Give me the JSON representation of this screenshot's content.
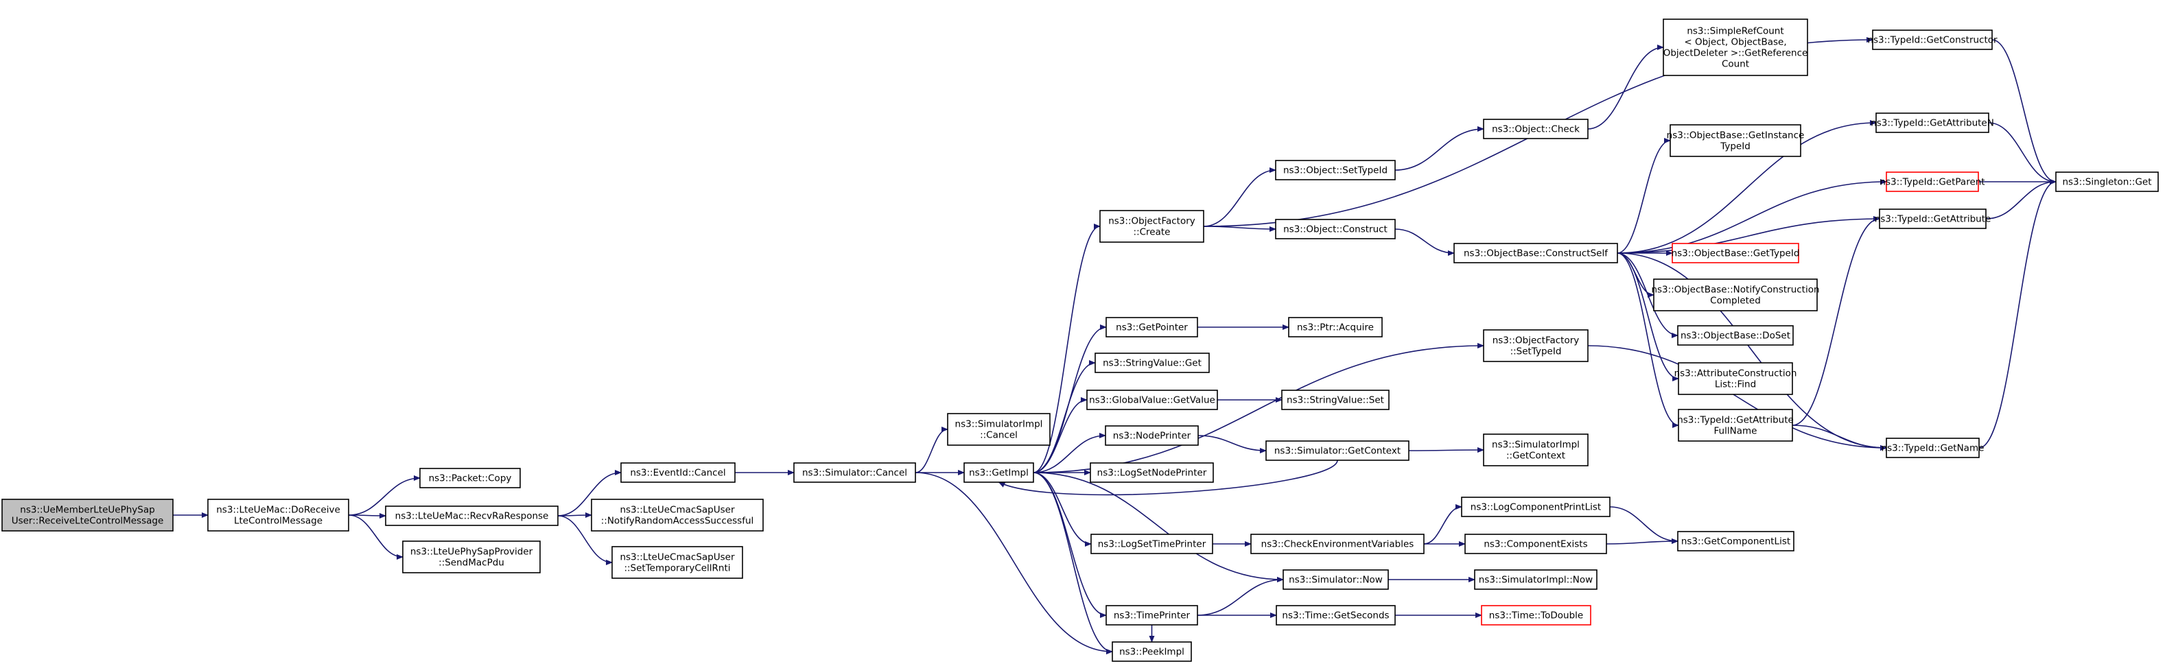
{
  "graph": {
    "colors": {
      "edge": "#191970",
      "node_border": "#000000",
      "root_fill": "#bfbfbf",
      "missing_border": "#ff0000"
    },
    "nodes": [
      {
        "id": "n_root",
        "lines": [
          "ns3::UeMemberLteUePhySap",
          "User::ReceiveLteControlMessage"
        ],
        "root": true
      },
      {
        "id": "n_doreceive",
        "lines": [
          "ns3::LteUeMac::DoReceive",
          "LteControlMessage"
        ]
      },
      {
        "id": "n_packetcopy",
        "lines": [
          "ns3::Packet::Copy"
        ]
      },
      {
        "id": "n_recvra",
        "lines": [
          "ns3::LteUeMac::RecvRaResponse"
        ]
      },
      {
        "id": "n_sendmacpdu",
        "lines": [
          "ns3::LteUePhySapProvider",
          "::SendMacPdu"
        ]
      },
      {
        "id": "n_eventcancel",
        "lines": [
          "ns3::EventId::Cancel"
        ]
      },
      {
        "id": "n_notifyrandom",
        "lines": [
          "ns3::LteUeCmacSapUser",
          "::NotifyRandomAccessSuccessful"
        ]
      },
      {
        "id": "n_settemp",
        "lines": [
          "ns3::LteUeCmacSapUser",
          "::SetTemporaryCellRnti"
        ]
      },
      {
        "id": "n_simcancel",
        "lines": [
          "ns3::Simulator::Cancel"
        ]
      },
      {
        "id": "n_simimplcancel",
        "lines": [
          "ns3::SimulatorImpl",
          "::Cancel"
        ]
      },
      {
        "id": "n_getimpl",
        "lines": [
          "ns3::GetImpl"
        ]
      },
      {
        "id": "n_peekimpl",
        "lines": [
          "ns3::PeekImpl"
        ]
      },
      {
        "id": "n_objfactcreate",
        "lines": [
          "ns3::ObjectFactory",
          "::Create"
        ]
      },
      {
        "id": "n_getpointer",
        "lines": [
          "ns3::GetPointer"
        ]
      },
      {
        "id": "n_stringvalueget",
        "lines": [
          "ns3::StringValue::Get"
        ]
      },
      {
        "id": "n_globalvalue",
        "lines": [
          "ns3::GlobalValue::GetValue"
        ]
      },
      {
        "id": "n_nodeprinter",
        "lines": [
          "ns3::NodePrinter"
        ]
      },
      {
        "id": "n_logsetnode",
        "lines": [
          "ns3::LogSetNodePrinter"
        ]
      },
      {
        "id": "n_logsettime",
        "lines": [
          "ns3::LogSetTimePrinter"
        ]
      },
      {
        "id": "n_timeprinter",
        "lines": [
          "ns3::TimePrinter"
        ]
      },
      {
        "id": "n_objsettypeid",
        "lines": [
          "ns3::Object::SetTypeId"
        ]
      },
      {
        "id": "n_objconstruct",
        "lines": [
          "ns3::Object::Construct"
        ]
      },
      {
        "id": "n_ptracquire",
        "lines": [
          "ns3::Ptr::Acquire"
        ]
      },
      {
        "id": "n_stringvalueset",
        "lines": [
          "ns3::StringValue::Set"
        ]
      },
      {
        "id": "n_simgetcontext",
        "lines": [
          "ns3::Simulator::GetContext"
        ]
      },
      {
        "id": "n_checkenv",
        "lines": [
          "ns3::CheckEnvironmentVariables"
        ]
      },
      {
        "id": "n_simnow",
        "lines": [
          "ns3::Simulator::Now"
        ]
      },
      {
        "id": "n_timegetseconds",
        "lines": [
          "ns3::Time::GetSeconds"
        ]
      },
      {
        "id": "n_objcheck",
        "lines": [
          "ns3::Object::Check"
        ]
      },
      {
        "id": "n_simplerefcount",
        "lines": [
          "ns3::SimpleRefCount",
          "< Object, ObjectBase,",
          "ObjectDeleter >::GetReference",
          "Count"
        ]
      },
      {
        "id": "n_constructself",
        "lines": [
          "ns3::ObjectBase::ConstructSelf"
        ]
      },
      {
        "id": "n_objfactsettypeid",
        "lines": [
          "ns3::ObjectFactory",
          "::SetTypeId"
        ]
      },
      {
        "id": "n_simimplgetcontext",
        "lines": [
          "ns3::SimulatorImpl",
          "::GetContext"
        ]
      },
      {
        "id": "n_logcompprint",
        "lines": [
          "ns3::LogComponentPrintList"
        ]
      },
      {
        "id": "n_compexists",
        "lines": [
          "ns3::ComponentExists"
        ]
      },
      {
        "id": "n_simimplnow",
        "lines": [
          "ns3::SimulatorImpl::Now"
        ]
      },
      {
        "id": "n_timetodouble",
        "lines": [
          "ns3::Time::ToDouble"
        ],
        "missing": true
      },
      {
        "id": "n_getinstancetypeid",
        "lines": [
          "ns3::ObjectBase::GetInstance",
          "TypeId"
        ]
      },
      {
        "id": "n_objbasegettypeid",
        "lines": [
          "ns3::ObjectBase::GetTypeId"
        ],
        "missing": true
      },
      {
        "id": "n_notifyconstruction",
        "lines": [
          "ns3::ObjectBase::NotifyConstruction",
          "Completed"
        ]
      },
      {
        "id": "n_doset",
        "lines": [
          "ns3::ObjectBase::DoSet"
        ]
      },
      {
        "id": "n_attrconstfind",
        "lines": [
          "ns3::AttributeConstruction",
          "List::Find"
        ]
      },
      {
        "id": "n_getattrfullname",
        "lines": [
          "ns3::TypeId::GetAttribute",
          "FullName"
        ]
      },
      {
        "id": "n_getcomplist",
        "lines": [
          "ns3::GetComponentList"
        ]
      },
      {
        "id": "n_getconstructor",
        "lines": [
          "ns3::TypeId::GetConstructor"
        ]
      },
      {
        "id": "n_getattributen",
        "lines": [
          "ns3::TypeId::GetAttributeN"
        ]
      },
      {
        "id": "n_getparent",
        "lines": [
          "ns3::TypeId::GetParent"
        ],
        "missing": true
      },
      {
        "id": "n_getattribute",
        "lines": [
          "ns3::TypeId::GetAttribute"
        ]
      },
      {
        "id": "n_getname",
        "lines": [
          "ns3::TypeId::GetName"
        ]
      },
      {
        "id": "n_singletonget",
        "lines": [
          "ns3::Singleton::Get"
        ]
      }
    ],
    "edges": [
      [
        "n_root",
        "n_doreceive"
      ],
      [
        "n_doreceive",
        "n_packetcopy"
      ],
      [
        "n_doreceive",
        "n_recvra"
      ],
      [
        "n_doreceive",
        "n_sendmacpdu"
      ],
      [
        "n_recvra",
        "n_eventcancel"
      ],
      [
        "n_recvra",
        "n_notifyrandom"
      ],
      [
        "n_recvra",
        "n_settemp"
      ],
      [
        "n_eventcancel",
        "n_simcancel"
      ],
      [
        "n_simcancel",
        "n_simimplcancel"
      ],
      [
        "n_simcancel",
        "n_getimpl"
      ],
      [
        "n_simcancel",
        "n_peekimpl"
      ],
      [
        "n_getimpl",
        "n_objfactcreate"
      ],
      [
        "n_getimpl",
        "n_objfactsettypeid"
      ],
      [
        "n_getimpl",
        "n_getpointer"
      ],
      [
        "n_getimpl",
        "n_stringvalueget"
      ],
      [
        "n_getimpl",
        "n_globalvalue"
      ],
      [
        "n_getimpl",
        "n_nodeprinter"
      ],
      [
        "n_getimpl",
        "n_logsetnode"
      ],
      [
        "n_getimpl",
        "n_logsettime"
      ],
      [
        "n_getimpl",
        "n_timeprinter"
      ],
      [
        "n_getimpl",
        "n_simnow"
      ],
      [
        "n_getimpl",
        "n_peekimpl"
      ],
      [
        "n_objfactcreate",
        "n_objsettypeid"
      ],
      [
        "n_objfactcreate",
        "n_objconstruct"
      ],
      [
        "n_objfactcreate",
        "n_getconstructor"
      ],
      [
        "n_objsettypeid",
        "n_objcheck"
      ],
      [
        "n_objcheck",
        "n_simplerefcount"
      ],
      [
        "n_objconstruct",
        "n_constructself"
      ],
      [
        "n_getpointer",
        "n_ptracquire"
      ],
      [
        "n_globalvalue",
        "n_stringvalueset"
      ],
      [
        "n_nodeprinter",
        "n_simgetcontext"
      ],
      [
        "n_simgetcontext",
        "n_simimplgetcontext"
      ],
      [
        "n_simgetcontext",
        "n_getimpl"
      ],
      [
        "n_logsettime",
        "n_checkenv"
      ],
      [
        "n_checkenv",
        "n_logcompprint"
      ],
      [
        "n_checkenv",
        "n_compexists"
      ],
      [
        "n_logcompprint",
        "n_getcomplist"
      ],
      [
        "n_compexists",
        "n_getcomplist"
      ],
      [
        "n_timeprinter",
        "n_simnow"
      ],
      [
        "n_timeprinter",
        "n_timegetseconds"
      ],
      [
        "n_timeprinter",
        "n_peekimpl"
      ],
      [
        "n_simnow",
        "n_simimplnow"
      ],
      [
        "n_timegetseconds",
        "n_timetodouble"
      ],
      [
        "n_constructself",
        "n_getinstancetypeid"
      ],
      [
        "n_constructself",
        "n_objbasegettypeid"
      ],
      [
        "n_constructself",
        "n_notifyconstruction"
      ],
      [
        "n_constructself",
        "n_doset"
      ],
      [
        "n_constructself",
        "n_attrconstfind"
      ],
      [
        "n_constructself",
        "n_getattrfullname"
      ],
      [
        "n_constructself",
        "n_getattributen"
      ],
      [
        "n_constructself",
        "n_getparent"
      ],
      [
        "n_constructself",
        "n_getattribute"
      ],
      [
        "n_constructself",
        "n_getname"
      ],
      [
        "n_objfactsettypeid",
        "n_getname"
      ],
      [
        "n_getattrfullname",
        "n_getattribute"
      ],
      [
        "n_getattrfullname",
        "n_getname"
      ],
      [
        "n_getconstructor",
        "n_singletonget"
      ],
      [
        "n_getattributen",
        "n_singletonget"
      ],
      [
        "n_getparent",
        "n_singletonget"
      ],
      [
        "n_getattribute",
        "n_singletonget"
      ],
      [
        "n_getname",
        "n_singletonget"
      ]
    ]
  }
}
